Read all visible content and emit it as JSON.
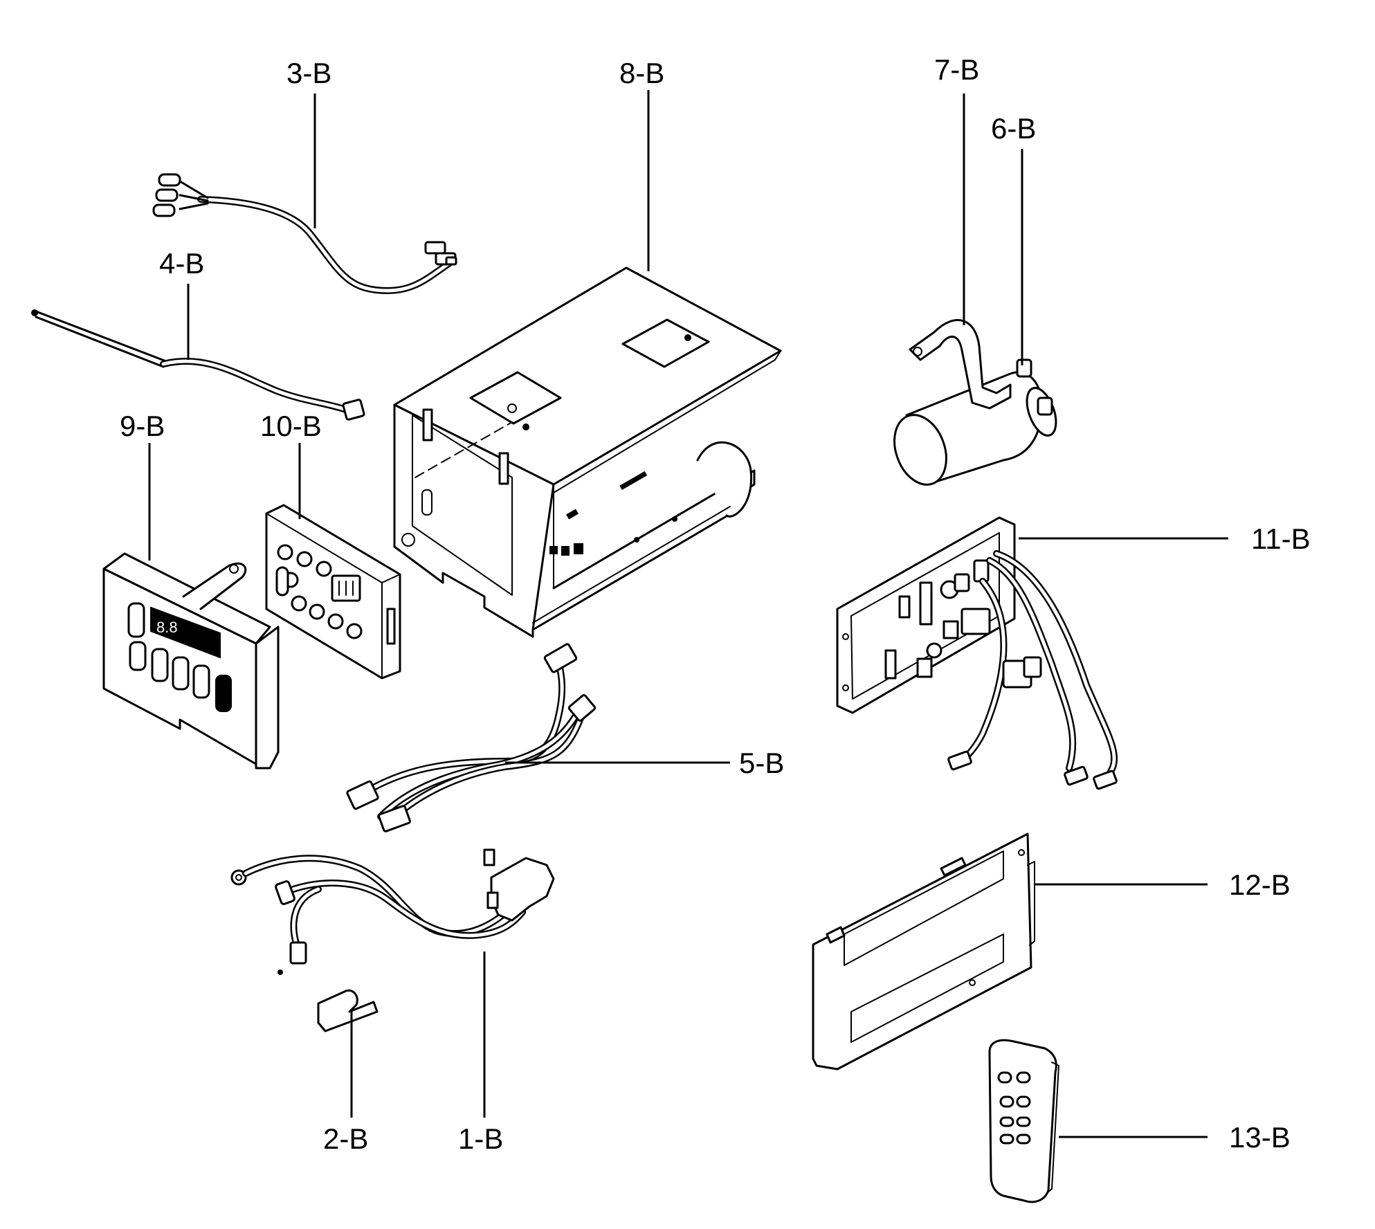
{
  "labels": {
    "p1": "1-B",
    "p2": "2-B",
    "p3": "3-B",
    "p4": "4-B",
    "p5": "5-B",
    "p6": "6-B",
    "p7": "7-B",
    "p8": "8-B",
    "p9": "9-B",
    "p10": "10-B",
    "p11": "11-B",
    "p12": "12-B",
    "p13": "13-B"
  },
  "display": {
    "digits": "8.8"
  }
}
